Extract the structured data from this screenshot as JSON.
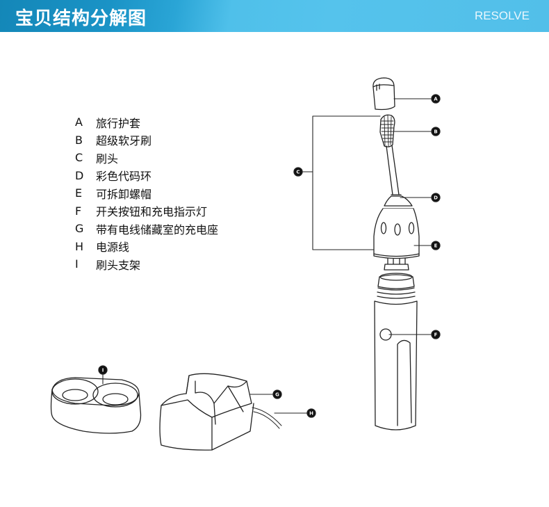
{
  "header": {
    "title": "宝贝结构分解图",
    "subtitle": "RESOLVE",
    "gradient_colors": [
      "#1487b8",
      "#55c3ec"
    ]
  },
  "legend": {
    "items": [
      {
        "letter": "A",
        "label": "旅行护套"
      },
      {
        "letter": "B",
        "label": "超级软牙刷"
      },
      {
        "letter": "C",
        "label": "刷头"
      },
      {
        "letter": "D",
        "label": "彩色代码环"
      },
      {
        "letter": "E",
        "label": "可拆卸螺帽"
      },
      {
        "letter": "F",
        "label": "开关按钮和充电指示灯"
      },
      {
        "letter": "G",
        "label": "带有电线储藏室的充电座"
      },
      {
        "letter": "H",
        "label": "电源线"
      },
      {
        "letter": "I",
        "label": "刷头支架"
      }
    ]
  },
  "diagram": {
    "callouts": [
      "A",
      "B",
      "C",
      "D",
      "E",
      "F",
      "G",
      "H",
      "I"
    ]
  }
}
